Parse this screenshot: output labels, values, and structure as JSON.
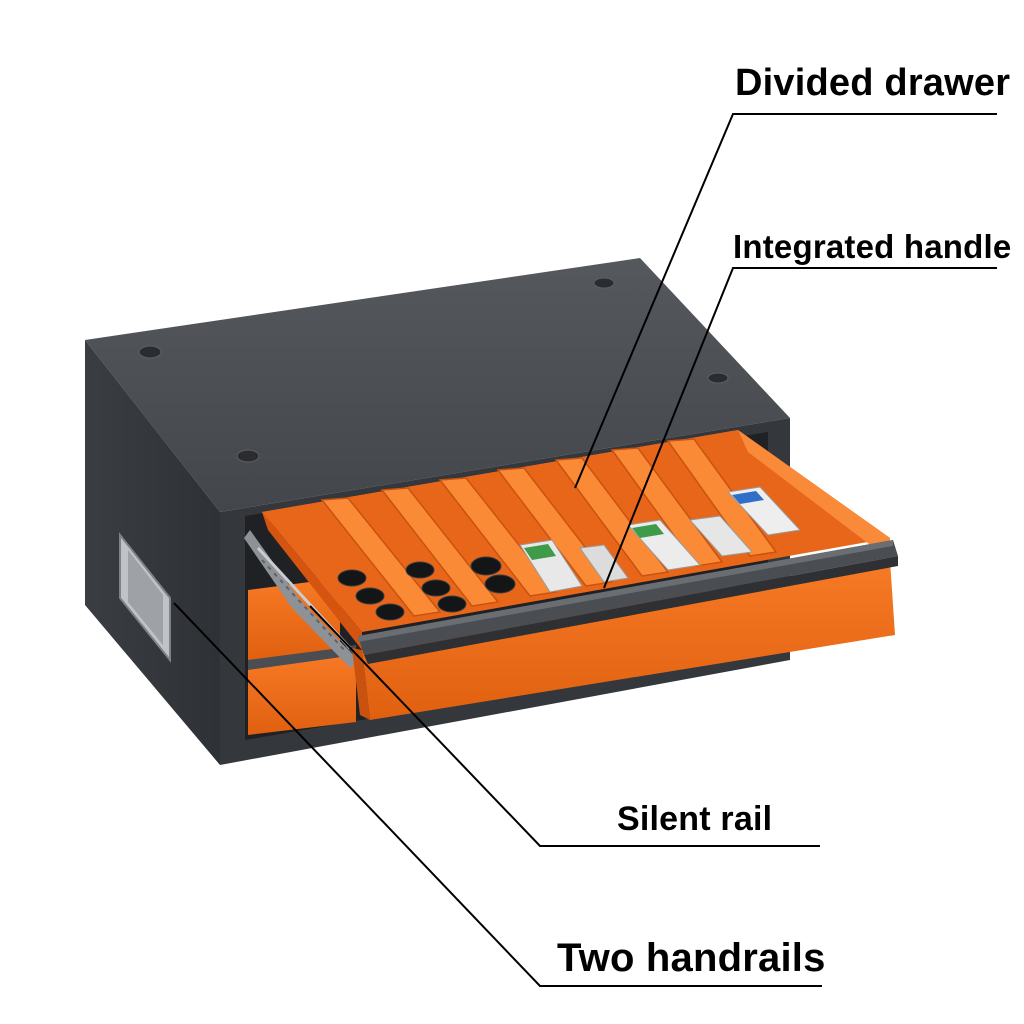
{
  "callouts": {
    "divided_drawer": "Divided drawer",
    "integrated_handle": "Integrated handle",
    "silent_rail": "Silent rail",
    "two_handrails": "Two handrails"
  },
  "colors": {
    "cabinet_body": "#3c3f44",
    "cabinet_top": "#484b50",
    "drawer_orange": "#f26a1b",
    "drawer_shadow": "#c9520f",
    "handle_bar": "#4a4d52",
    "leader_line": "#000000"
  }
}
